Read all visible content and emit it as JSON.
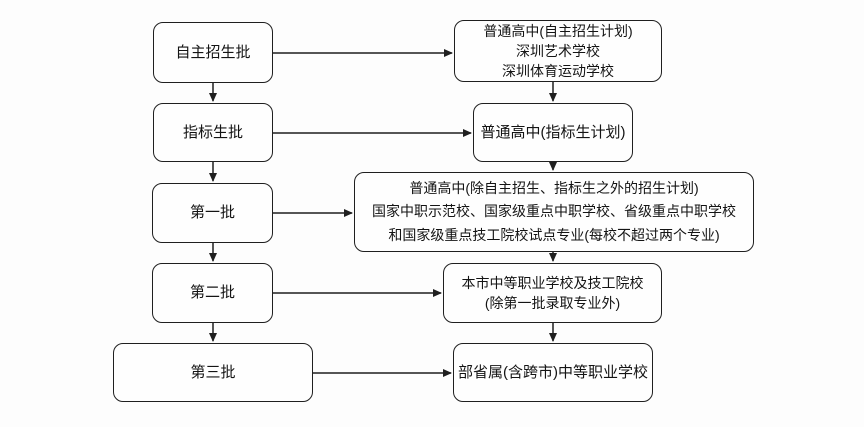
{
  "flowchart": {
    "description": "Admission batch flowchart",
    "colors": {
      "line": "#1f1f1f",
      "background": "#fdfdfd",
      "box_fill": "#fefefe",
      "text": "#141414"
    },
    "batches": [
      {
        "name": "自主招生批",
        "target_lines": [
          "普通高中(自主招生计划)",
          "深圳艺术学校",
          "深圳体育运动学校"
        ]
      },
      {
        "name": "指标生批",
        "target_lines": [
          "普通高中(指标生计划)"
        ]
      },
      {
        "name": "第一批",
        "target_lines": [
          "普通高中(除自主招生、指标生之外的招生计划)",
          "国家中职示范校、国家级重点中职学校、省级重点中职学校",
          "和国家级重点技工院校试点专业(每校不超过两个专业)"
        ]
      },
      {
        "name": "第二批",
        "target_lines": [
          "本市中等职业学校及技工院校",
          "(除第一批录取专业外)"
        ]
      },
      {
        "name": "第三批",
        "target_lines": [
          "部省属(含跨市)中等职业学校"
        ]
      }
    ]
  }
}
